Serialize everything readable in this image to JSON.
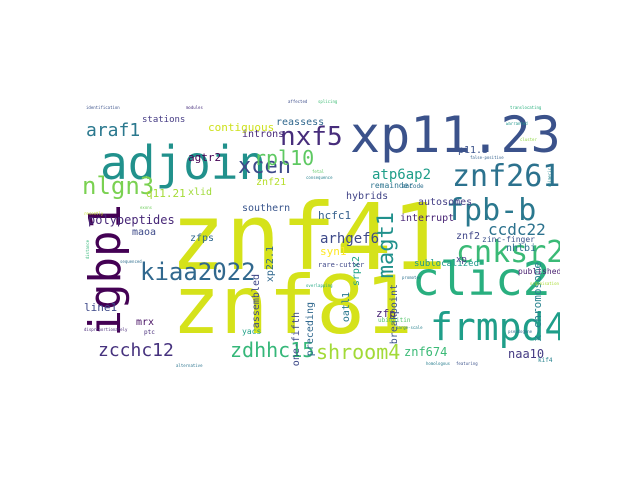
{
  "word_cloud": {
    "words": [
      {
        "text": "znf41",
        "color": "#d5e21a"
      },
      {
        "text": "znf81",
        "color": "#d5e21a"
      },
      {
        "text": "xp11.23",
        "color": "#3b528b"
      },
      {
        "text": "adjoin",
        "color": "#21918c"
      },
      {
        "text": "clic2",
        "color": "#29af7f"
      },
      {
        "text": "frmpd4",
        "color": "#1f9e89"
      },
      {
        "text": "igbp1",
        "color": "#440154"
      },
      {
        "text": "znf261",
        "color": "#2c728e"
      },
      {
        "text": "fpb-b",
        "color": "#2a788e"
      },
      {
        "text": "cnksr2",
        "color": "#3aba76"
      },
      {
        "text": "kiaa2022",
        "color": "#31688e"
      },
      {
        "text": "nxf5",
        "color": "#472d7b"
      },
      {
        "text": "xcen",
        "color": "#3e4a89"
      },
      {
        "text": "nlgn3",
        "color": "#7ad151"
      },
      {
        "text": "araf1",
        "color": "#2a788e"
      },
      {
        "text": "rpl10",
        "color": "#5ec962"
      },
      {
        "text": "magt1",
        "color": "#21918c"
      },
      {
        "text": "zcchc12",
        "color": "#46327e"
      },
      {
        "text": "zdhhc15",
        "color": "#35b779"
      },
      {
        "text": "shroom4",
        "color": "#a2da37"
      },
      {
        "text": "ccdc22",
        "color": "#2c728e"
      },
      {
        "text": "arhgef6",
        "color": "#3e4a89"
      },
      {
        "text": "atp6ap2",
        "color": "#1f9e89"
      },
      {
        "text": "polypeptides",
        "color": "#482878"
      },
      {
        "text": "znf674",
        "color": "#3aba76"
      },
      {
        "text": "naa10",
        "color": "#443a83"
      },
      {
        "text": "x-chromosome",
        "color": "#26828e"
      },
      {
        "text": "contiguous",
        "color": "#cde11d"
      },
      {
        "text": "agtr2",
        "color": "#440154"
      },
      {
        "text": "stations",
        "color": "#443a83"
      },
      {
        "text": "introns",
        "color": "#482878"
      },
      {
        "text": "reassess",
        "color": "#31688e"
      },
      {
        "text": "p11.3",
        "color": "#3b528b"
      },
      {
        "text": "autosomes",
        "color": "#433e85"
      },
      {
        "text": "interrupt",
        "color": "#482475"
      },
      {
        "text": "q11.21",
        "color": "#a5db36"
      },
      {
        "text": "xlid",
        "color": "#a0da39"
      },
      {
        "text": "znf21",
        "color": "#b5de2b"
      },
      {
        "text": "southern",
        "color": "#39558c"
      },
      {
        "text": "hybrids",
        "color": "#414487"
      },
      {
        "text": "hcfc1",
        "color": "#35608d"
      },
      {
        "text": "syn1",
        "color": "#fde725"
      },
      {
        "text": "maoa",
        "color": "#3e4a89"
      },
      {
        "text": "zfps",
        "color": "#30698e"
      },
      {
        "text": "xp22.1",
        "color": "#31688e"
      },
      {
        "text": "assembled",
        "color": "#3f4788"
      },
      {
        "text": "oatl1",
        "color": "#2a788e"
      },
      {
        "text": "srpx2",
        "color": "#20a386"
      },
      {
        "text": "zfp",
        "color": "#482475"
      },
      {
        "text": "znf2",
        "color": "#404688"
      },
      {
        "text": "zinc-finger",
        "color": "#3b528b"
      },
      {
        "text": "nhlbi",
        "color": "#2d708e"
      },
      {
        "text": "sublocalized",
        "color": "#1f9a8a"
      },
      {
        "text": "breakpoint",
        "color": "#3b518b"
      },
      {
        "text": "published",
        "color": "#481f70"
      },
      {
        "text": "line1",
        "color": "#3e4989"
      },
      {
        "text": "mrx",
        "color": "#471063"
      },
      {
        "text": "one-fifth",
        "color": "#3e4a89"
      },
      {
        "text": "preceding",
        "color": "#31688e"
      },
      {
        "text": "xp",
        "color": "#433d84"
      },
      {
        "text": "remainder",
        "color": "#2c738e"
      },
      {
        "text": "encode",
        "color": "#2e6f8e"
      },
      {
        "text": "yacs",
        "color": "#1fa187"
      },
      {
        "text": "kif4",
        "color": "#26828e"
      },
      {
        "text": "rare-cutter",
        "color": "#3f4889"
      },
      {
        "text": "ptc",
        "color": "#472c7a"
      },
      {
        "text": "ubiquitin",
        "color": "#52c569"
      },
      {
        "text": "identification",
        "color": "#3b528b"
      },
      {
        "text": "modules",
        "color": "#472f7d"
      },
      {
        "text": "affected",
        "color": "#3d4d8a"
      },
      {
        "text": "splicing",
        "color": "#3dbc74"
      },
      {
        "text": "translocating",
        "color": "#2ab07f"
      },
      {
        "text": "fetal",
        "color": "#5cc863"
      },
      {
        "text": "chimeric",
        "color": "#24868e"
      },
      {
        "text": "consequence",
        "color": "#27808e"
      },
      {
        "text": "promoter",
        "color": "#2d718e"
      },
      {
        "text": "large-scale",
        "color": "#26818e"
      },
      {
        "text": "alternative",
        "color": "#2b748e"
      },
      {
        "text": "disproportionately",
        "color": "#482979"
      },
      {
        "text": "homologous",
        "color": "#287d8e"
      },
      {
        "text": "featuring",
        "color": "#3b528b"
      },
      {
        "text": "false-positive",
        "color": "#34618d"
      },
      {
        "text": "overlapping",
        "color": "#22a785"
      },
      {
        "text": "warranted",
        "color": "#1f958b"
      },
      {
        "text": "cluster",
        "color": "#8fd744"
      },
      {
        "text": "exons",
        "color": "#6ccd5a"
      },
      {
        "text": "sequenced",
        "color": "#2e6e8e"
      },
      {
        "text": "distance",
        "color": "#35b779"
      },
      {
        "text": "organisation",
        "color": "#a8db34"
      },
      {
        "text": "recently",
        "color": "#c2df23"
      },
      {
        "text": "pseudogene",
        "color": "#2f6c8e"
      },
      {
        "text": "chromosomal",
        "color": "#1e9c89"
      }
    ]
  }
}
